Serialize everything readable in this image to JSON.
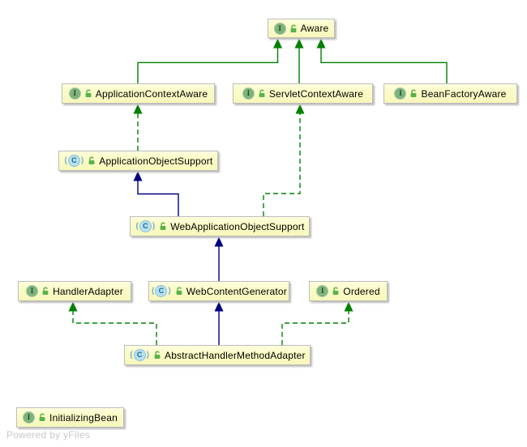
{
  "diagram": {
    "tool_watermark": "Powered by yFiles",
    "type": "uml-class-diagram"
  },
  "icons": {
    "interface_letter": "I",
    "class_letter": "C",
    "paren_open": "(",
    "paren_close": ")",
    "lock_icon": "open-padlock"
  },
  "colors": {
    "node_fill": "#FBFBC8",
    "node_border": "#BDBDBD",
    "edge_green": "#008000",
    "edge_navy": "#000080",
    "interface_icon_green": "#7FB27F",
    "class_icon_blue": "#B9DFEC",
    "lock_green": "#55B34A",
    "watermark_gray": "#C9C9C9"
  },
  "nodes": [
    {
      "id": "aware",
      "label": "Aware",
      "kind": "interface"
    },
    {
      "id": "application-context-aware",
      "label": "ApplicationContextAware",
      "kind": "interface"
    },
    {
      "id": "servlet-context-aware",
      "label": "ServletContextAware",
      "kind": "interface"
    },
    {
      "id": "bean-factory-aware",
      "label": "BeanFactoryAware",
      "kind": "interface"
    },
    {
      "id": "application-object-support",
      "label": "ApplicationObjectSupport",
      "kind": "class"
    },
    {
      "id": "web-application-object-support",
      "label": "WebApplicationObjectSupport",
      "kind": "class"
    },
    {
      "id": "handler-adapter",
      "label": "HandlerAdapter",
      "kind": "interface"
    },
    {
      "id": "web-content-generator",
      "label": "WebContentGenerator",
      "kind": "class"
    },
    {
      "id": "ordered",
      "label": "Ordered",
      "kind": "interface"
    },
    {
      "id": "abstract-handler-method-adapter",
      "label": "AbstractHandlerMethodAdapter",
      "kind": "class"
    },
    {
      "id": "initializing-bean",
      "label": "InitializingBean",
      "kind": "interface"
    }
  ],
  "relations": [
    {
      "from": "ApplicationContextAware",
      "to": "Aware",
      "relation": "extends",
      "line": "solid-green"
    },
    {
      "from": "ServletContextAware",
      "to": "Aware",
      "relation": "extends",
      "line": "solid-green"
    },
    {
      "from": "BeanFactoryAware",
      "to": "Aware",
      "relation": "extends",
      "line": "solid-green"
    },
    {
      "from": "ApplicationObjectSupport",
      "to": "ApplicationContextAware",
      "relation": "implements",
      "line": "dashed-green"
    },
    {
      "from": "WebApplicationObjectSupport",
      "to": "ApplicationObjectSupport",
      "relation": "extends",
      "line": "solid-navy"
    },
    {
      "from": "WebApplicationObjectSupport",
      "to": "ServletContextAware",
      "relation": "implements",
      "line": "dashed-green"
    },
    {
      "from": "WebContentGenerator",
      "to": "WebApplicationObjectSupport",
      "relation": "extends",
      "line": "solid-navy"
    },
    {
      "from": "AbstractHandlerMethodAdapter",
      "to": "HandlerAdapter",
      "relation": "implements",
      "line": "dashed-green"
    },
    {
      "from": "AbstractHandlerMethodAdapter",
      "to": "WebContentGenerator",
      "relation": "extends",
      "line": "solid-navy"
    },
    {
      "from": "AbstractHandlerMethodAdapter",
      "to": "Ordered",
      "relation": "implements",
      "line": "dashed-green"
    }
  ]
}
